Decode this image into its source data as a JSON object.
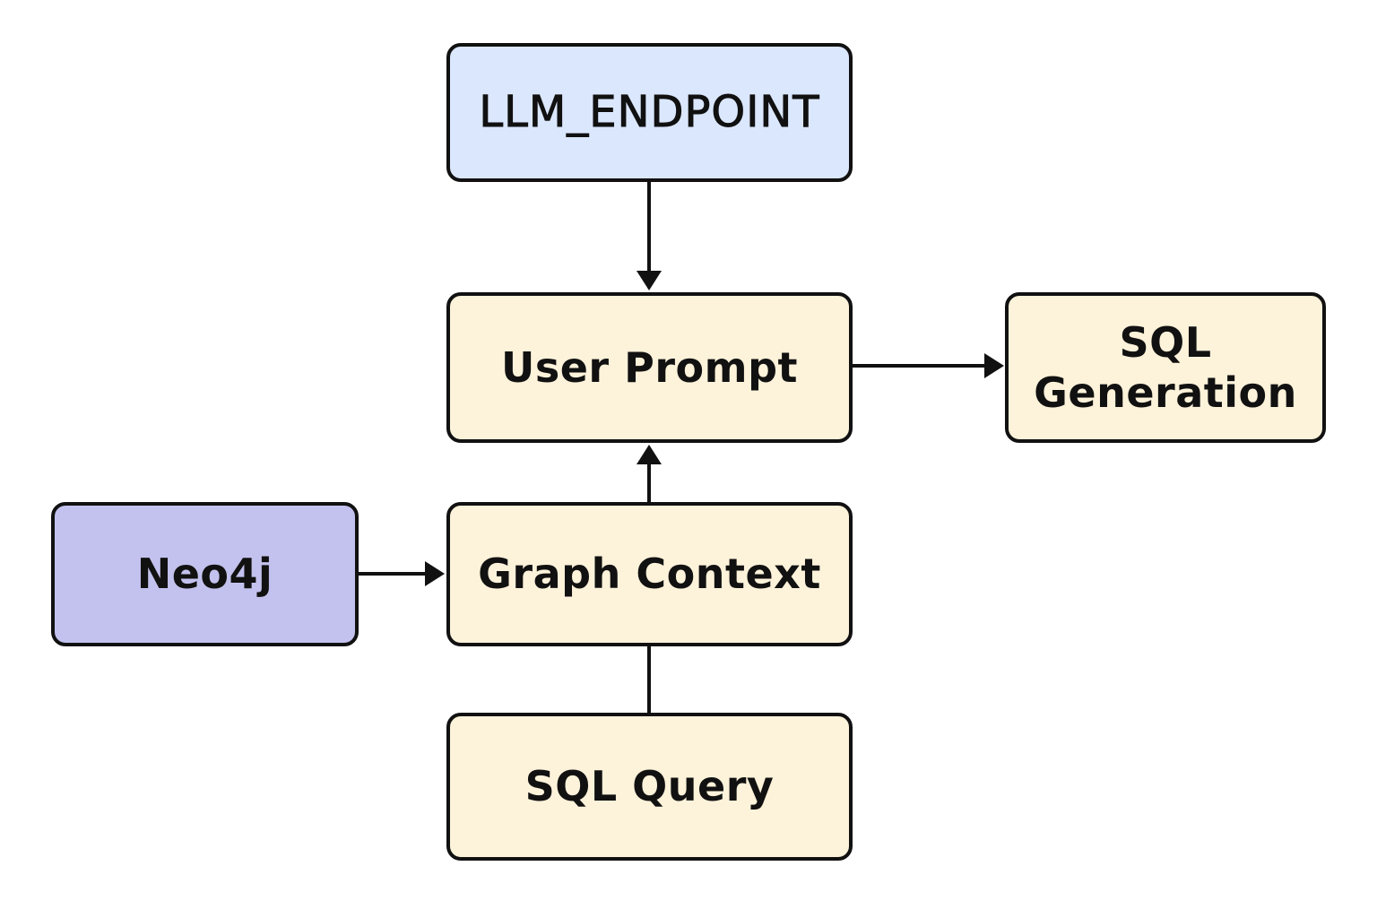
{
  "diagram": {
    "nodes": {
      "llm_endpoint": {
        "label": "LLM_ENDPOINT",
        "fill": "#dbe7fd"
      },
      "user_prompt": {
        "label": "User Prompt",
        "fill": "#fdf2da"
      },
      "sql_generation": {
        "label": "SQL\nGeneration",
        "fill": "#fdf2da"
      },
      "neo4j": {
        "label": "Neo4j",
        "fill": "#c3c2ee"
      },
      "graph_context": {
        "label": "Graph Context",
        "fill": "#fdf2da"
      },
      "sql_query": {
        "label": "SQL Query",
        "fill": "#fdf2da"
      }
    },
    "edges": [
      {
        "from": "llm_endpoint",
        "to": "user_prompt",
        "arrow": true
      },
      {
        "from": "user_prompt",
        "to": "sql_generation",
        "arrow": true
      },
      {
        "from": "graph_context",
        "to": "user_prompt",
        "arrow": true
      },
      {
        "from": "neo4j",
        "to": "graph_context",
        "arrow": true
      },
      {
        "from": "sql_query",
        "to": "graph_context",
        "arrow": false
      }
    ],
    "colors": {
      "stroke": "#111111",
      "background": "#ffffff"
    }
  }
}
